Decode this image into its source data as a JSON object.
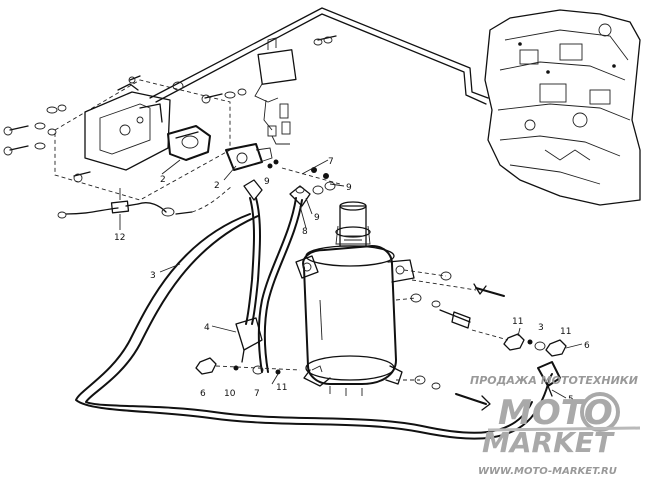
{
  "callouts": [
    {
      "id": "c2a",
      "text": "2"
    },
    {
      "id": "c2b",
      "text": "2"
    },
    {
      "id": "c3a",
      "text": "3"
    },
    {
      "id": "c3b",
      "text": "3"
    },
    {
      "id": "c4",
      "text": "4"
    },
    {
      "id": "c5",
      "text": "5"
    },
    {
      "id": "c6a",
      "text": "6"
    },
    {
      "id": "c6b",
      "text": "6"
    },
    {
      "id": "c7a",
      "text": "7"
    },
    {
      "id": "c7b",
      "text": "7"
    },
    {
      "id": "c8",
      "text": "8"
    },
    {
      "id": "c9a",
      "text": "9"
    },
    {
      "id": "c9b",
      "text": "9"
    },
    {
      "id": "c9c",
      "text": "9"
    },
    {
      "id": "c10",
      "text": "10"
    },
    {
      "id": "c11a",
      "text": "11"
    },
    {
      "id": "c11b",
      "text": "11"
    },
    {
      "id": "c11c",
      "text": "11"
    },
    {
      "id": "c12",
      "text": "12"
    }
  ],
  "watermark": {
    "top_text": "ПРОДАЖА МОТОТЕХНИКИ",
    "logo_line1": "MOTO",
    "logo_line2": "MARKET",
    "url": "WWW.MOTO-MARKET.RU"
  }
}
